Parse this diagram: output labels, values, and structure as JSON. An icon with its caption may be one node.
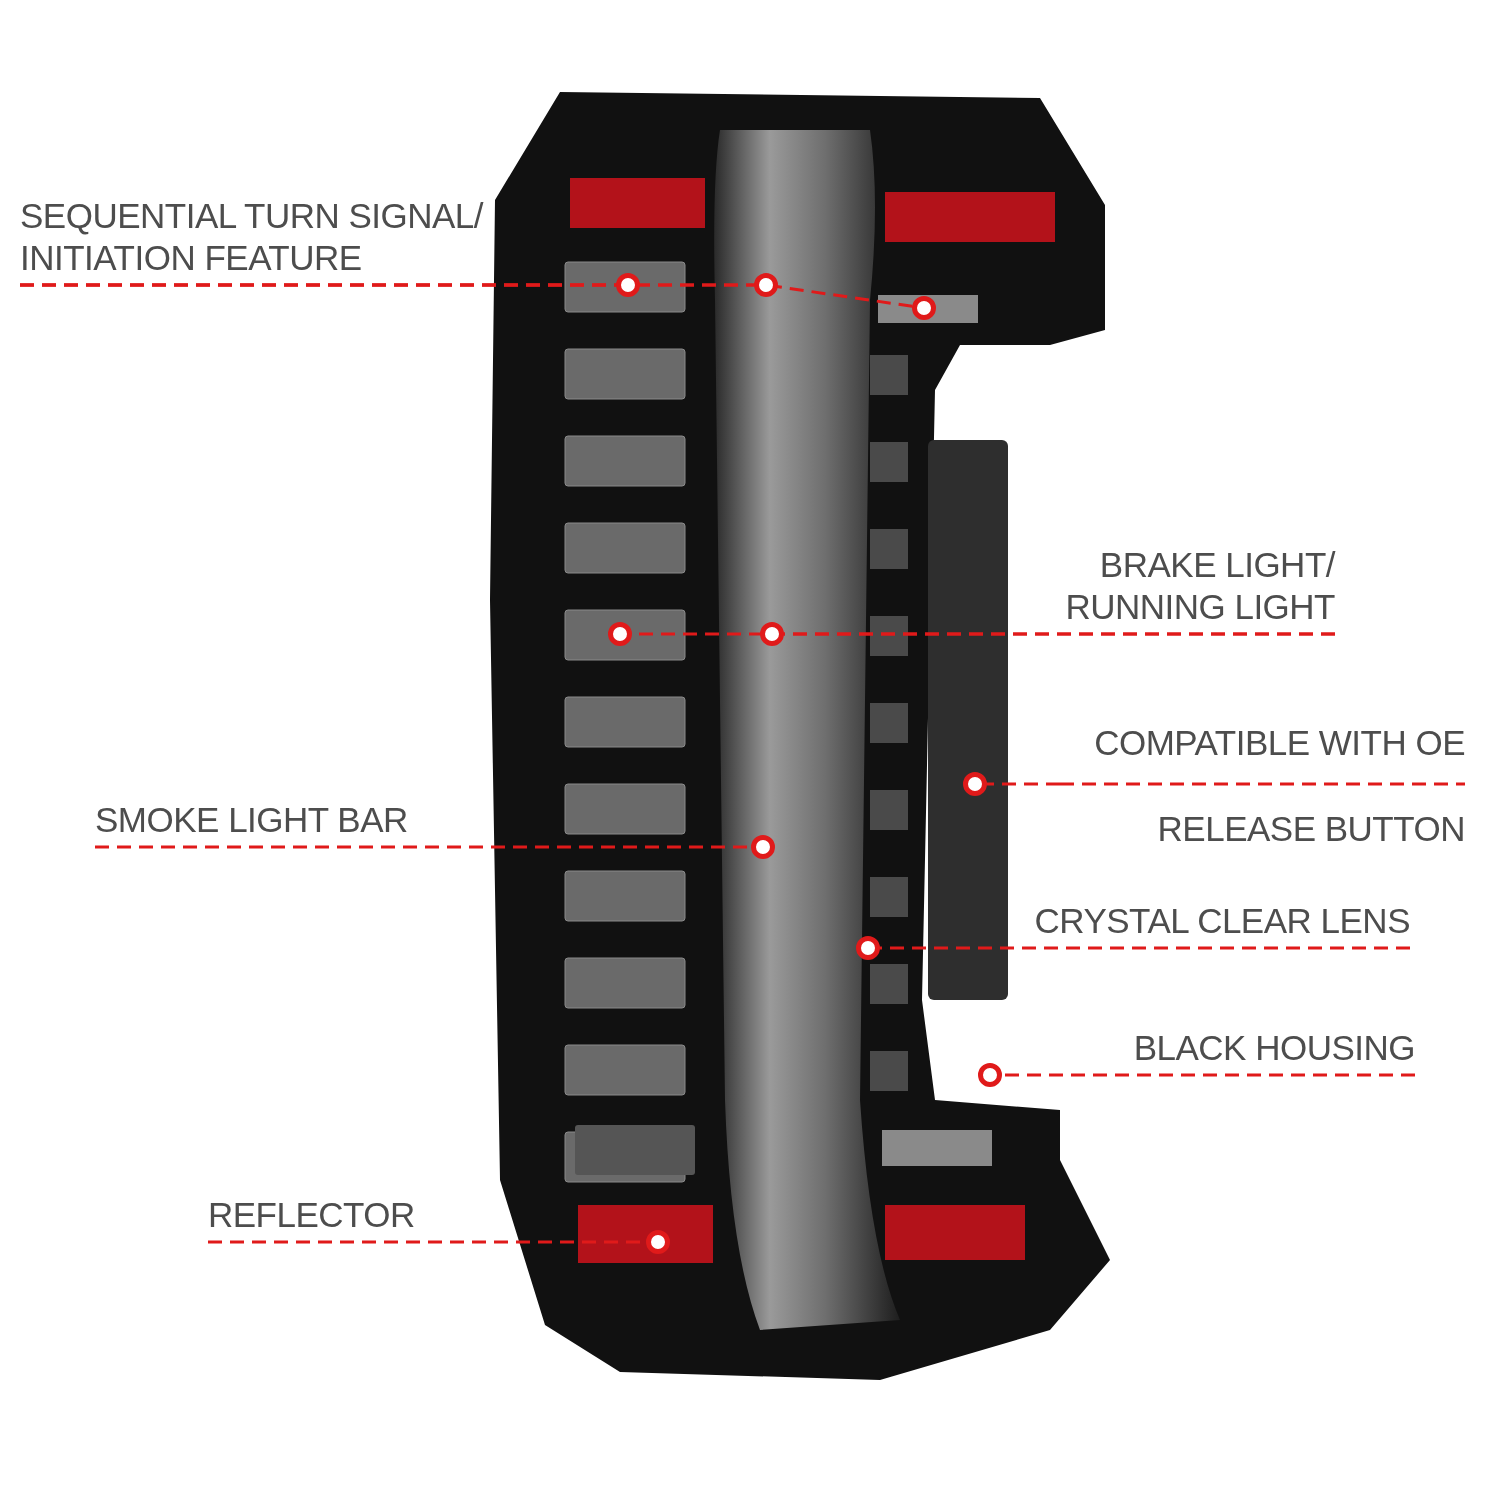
{
  "diagram": {
    "nodes": [
      {
        "text": [
          "SEQUENTIAL TURN SIGNAL/ INITIATION FEATURE"
        ]
      },
      {
        "text": [],
        "shape": "circle"
      },
      {
        "text": [],
        "shape": "circle"
      },
      {
        "text": [],
        "shape": "circle"
      },
      {
        "text": [
          "BRAKE LIGHT/ RUNNING LIGHT"
        ]
      },
      {
        "text": [],
        "shape": "circle"
      },
      {
        "text": [],
        "shape": "circle"
      },
      {
        "text": [
          "COMPATIBLE WITH OE",
          "RELEASE BUTTON"
        ]
      },
      {
        "text": [],
        "shape": "circle"
      },
      {
        "text": [
          "SMOKE LIGHT BAR"
        ]
      },
      {
        "text": [],
        "shape": "circle"
      },
      {
        "text": [
          "CRYSTAL CLEAR LENS"
        ]
      },
      {
        "text": [],
        "shape": "circle"
      },
      {
        "text": [
          "BLACK HOUSING"
        ]
      },
      {
        "text": [],
        "shape": "circle"
      },
      {
        "text": [
          "REFLECTOR"
        ]
      },
      {
        "text": [],
        "shape": "circle"
      }
    ],
    "edges": [
      {
        "from": 0,
        "to": 1,
        "arrow": "none",
        "style": "dashed"
      },
      {
        "from": 0,
        "to": 2,
        "arrow": "none",
        "style": "dashed"
      },
      {
        "from": 0,
        "to": 3,
        "arrow": "none",
        "style": "dashed"
      },
      {
        "from": 4,
        "to": 6,
        "arrow": "none",
        "style": "dashed"
      },
      {
        "from": 4,
        "to": 5,
        "arrow": "none",
        "style": "dashed"
      },
      {
        "from": 7,
        "to": 8,
        "arrow": "none",
        "style": "dashed"
      },
      {
        "from": 9,
        "to": 10,
        "arrow": "none",
        "style": "dashed"
      },
      {
        "from": 11,
        "to": 12,
        "arrow": "none",
        "style": "dashed"
      },
      {
        "from": 13,
        "to": 14,
        "arrow": "none",
        "style": "dashed"
      },
      {
        "from": 15,
        "to": 16,
        "arrow": "none",
        "style": "dashed"
      }
    ]
  }
}
